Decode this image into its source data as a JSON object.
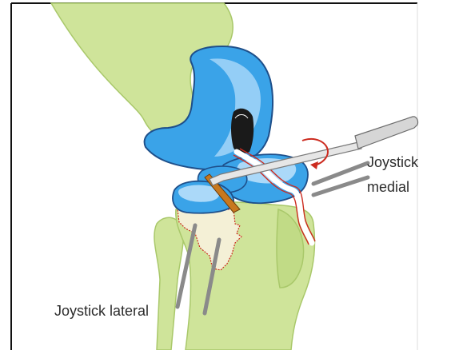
{
  "labels": {
    "joystick_medial_line1": "Joystick",
    "joystick_medial_line2": "medial",
    "joystick_lateral": "Joystick lateral"
  },
  "colors": {
    "bone_green": "#cfe49a",
    "bone_dark": "#a9c86a",
    "cartilage_blue": "#3aa3e8",
    "cartilage_light": "#bfe3fb",
    "cartilage_edge": "#1e4f8a",
    "fracture_red": "#cc2b1f",
    "instrument_gray": "#8a8a8a",
    "tibia_cream": "#f4f0d6",
    "frame": "#111111"
  },
  "icons": [
    "rotation-arrow-icon"
  ]
}
